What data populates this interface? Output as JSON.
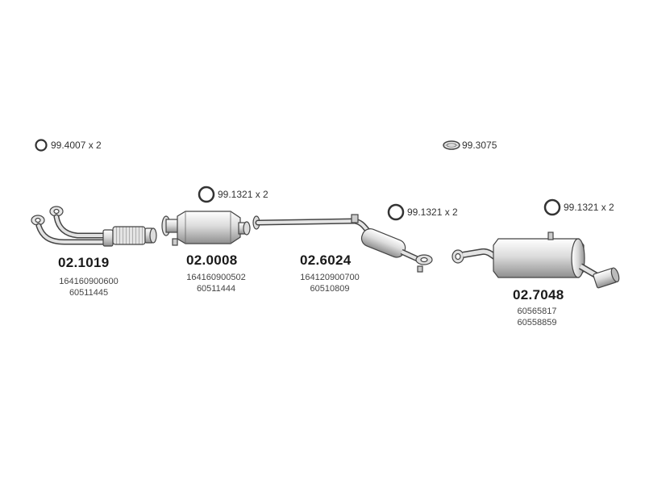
{
  "gaskets": [
    {
      "id": "g1",
      "label": "99.4007 x 2",
      "icon": "ring-gasket-icon"
    },
    {
      "id": "g2",
      "label": "99.3075",
      "icon": "oval-gasket-icon"
    },
    {
      "id": "g3",
      "label": "99.1321 x 2",
      "icon": "ring-gasket-icon"
    },
    {
      "id": "g4",
      "label": "99.1321 x 2",
      "icon": "ring-gasket-icon"
    },
    {
      "id": "g5",
      "label": "99.1321 x 2",
      "icon": "ring-gasket-icon"
    }
  ],
  "parts": [
    {
      "id": "p1",
      "number": "02.1019",
      "refs": [
        "164160900600",
        "60511445"
      ],
      "name": "front-pipe"
    },
    {
      "id": "p2",
      "number": "02.0008",
      "refs": [
        "164160900502",
        "60511444"
      ],
      "name": "catalytic-converter"
    },
    {
      "id": "p3",
      "number": "02.6024",
      "refs": [
        "164120900700",
        "60510809"
      ],
      "name": "middle-silencer"
    },
    {
      "id": "p4",
      "number": "02.7048",
      "refs": [
        "60565817",
        "60558859"
      ],
      "name": "rear-silencer"
    }
  ],
  "colors": {
    "line": "#444444",
    "metal_light": "#eeeeee",
    "metal_mid": "#cfcfcf",
    "metal_dark": "#9a9a9a"
  }
}
